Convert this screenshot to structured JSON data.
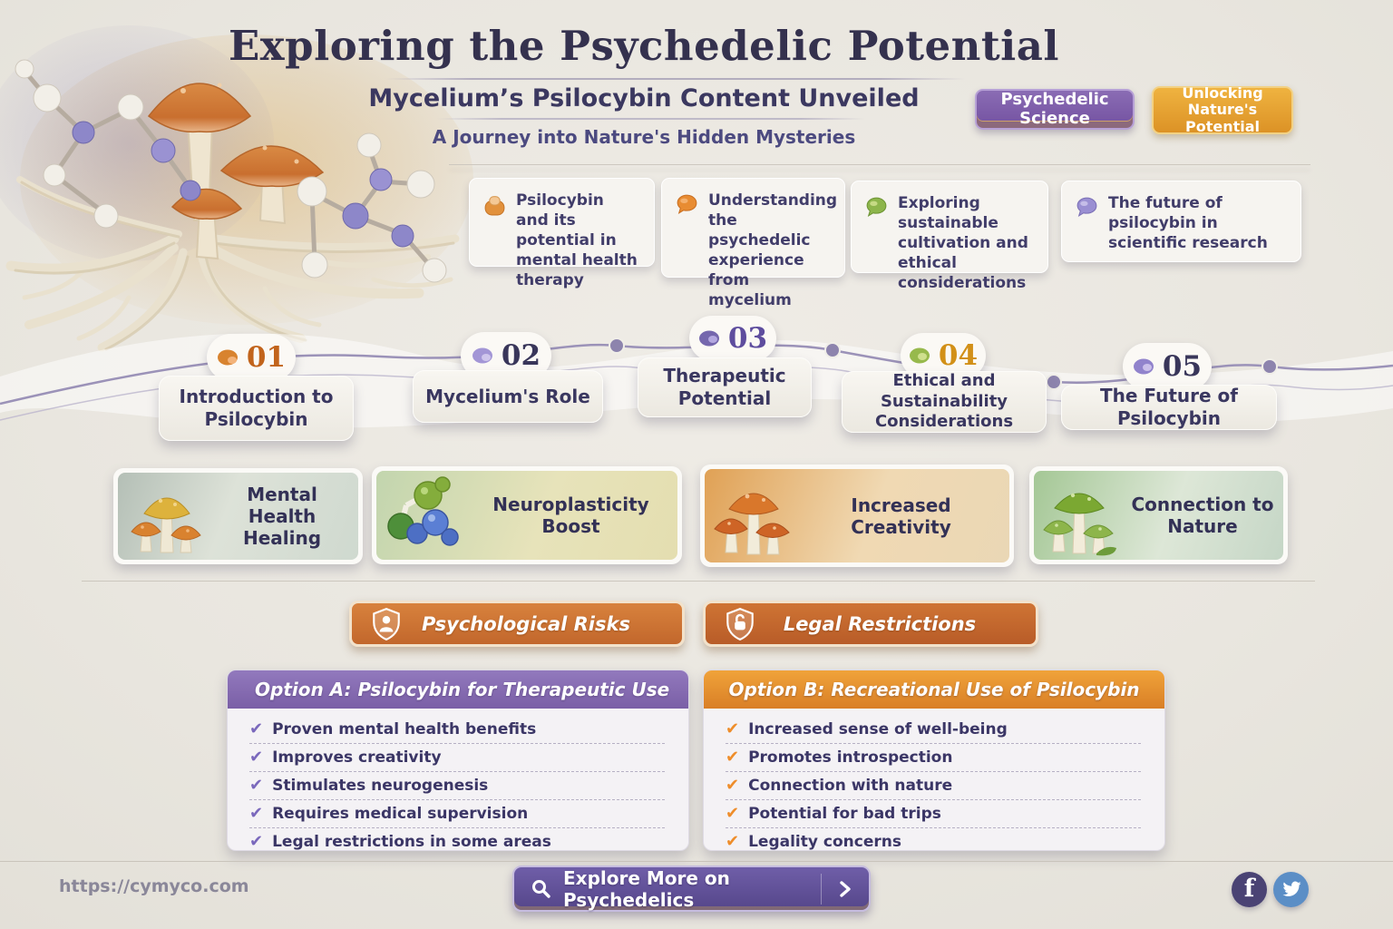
{
  "header": {
    "title": "Exploring the Psychedelic Potential",
    "subtitle": "Mycelium’s Psilocybin Content Unveiled",
    "tagline": "A Journey into Nature's Hidden Mysteries",
    "badges": [
      {
        "label": "Psychedelic Science",
        "color": "#7b5fa8"
      },
      {
        "label": "Unlocking Nature's Potential",
        "color": "#e6a52f"
      }
    ]
  },
  "topics": [
    {
      "icon": "lock-icon",
      "text": "Psilocybin and its potential in mental health therapy"
    },
    {
      "icon": "speech-bubble-icon-orange",
      "text": "Understanding the psychedelic experience from mycelium"
    },
    {
      "icon": "speech-bubble-icon-green",
      "text": "Exploring sustainable cultivation and ethical considerations"
    },
    {
      "icon": "speech-bubble-icon-purple",
      "text": "The future of psilocybin in scientific research"
    }
  ],
  "timeline": [
    {
      "number": "01",
      "label": "Introduction to Psilocybin",
      "number_color": "#c2641c",
      "blob_color": "#d8832f"
    },
    {
      "number": "02",
      "label": "Mycelium's Role",
      "number_color": "#39365a",
      "blob_color": "#a396d6"
    },
    {
      "number": "03",
      "label": "Therapeutic Potential",
      "number_color": "#5e4d9e",
      "blob_color": "#7567ad"
    },
    {
      "number": "04",
      "label": "Ethical and Sustainability Considerations",
      "number_color": "#d29018",
      "blob_color": "#97b94c"
    },
    {
      "number": "05",
      "label": "The Future of Psilocybin",
      "number_color": "#39365a",
      "blob_color": "#9183cc"
    }
  ],
  "benefits": [
    {
      "icon": "mushrooms-yellow-orange",
      "label": "Mental Health Healing"
    },
    {
      "icon": "molecule-green-blue",
      "label": "Neuroplasticity Boost"
    },
    {
      "icon": "mushrooms-orange",
      "label": "Increased Creativity"
    },
    {
      "icon": "mushrooms-green",
      "label": "Connection to Nature"
    }
  ],
  "warnings": [
    {
      "icon": "shield-person-icon",
      "label": "Psychological Risks"
    },
    {
      "icon": "shield-lock-icon",
      "label": "Legal Restrictions"
    }
  ],
  "options": [
    {
      "title": "Option A: Psilocybin for Therapeutic Use",
      "accent": "#7a5fa6",
      "items": [
        "Proven mental health benefits",
        "Improves creativity",
        "Stimulates neurogenesis",
        "Requires medical supervision",
        "Legal restrictions in some areas"
      ]
    },
    {
      "title": "Option B: Recreational Use of Psilocybin",
      "accent": "#e08a28",
      "items": [
        "Increased sense of well-being",
        "Promotes introspection",
        "Connection with nature",
        "Potential for bad trips",
        "Legality concerns"
      ]
    }
  ],
  "footer": {
    "url": "https://cymyco.com",
    "button_label": "Explore More on Psychedelics",
    "facebook_glyph": "f"
  },
  "checkmark": "✔",
  "colors": {
    "background": "#ebe8e2",
    "navy": "#3b3860",
    "purple": "#7a5fa6",
    "orange": "#e08a28"
  }
}
